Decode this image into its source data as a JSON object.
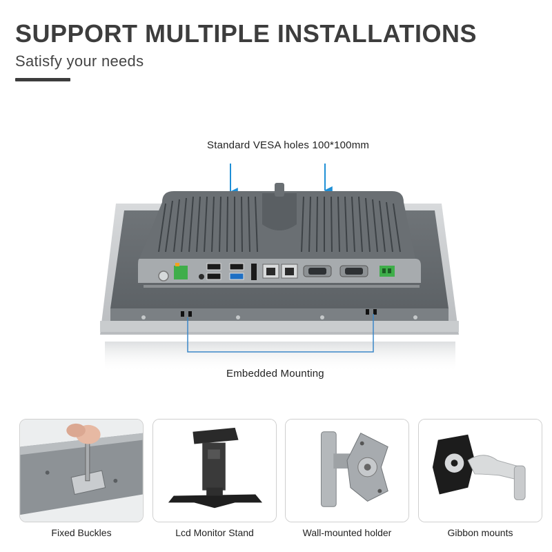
{
  "header": {
    "title": "SUPPORT MULTIPLE INSTALLATIONS",
    "subtitle": "Satisfy your needs"
  },
  "callouts": {
    "vesa": "Standard VESA holes 100*100mm",
    "embedded": "Embedded Mounting"
  },
  "mounts": [
    {
      "label": "Fixed Buckles",
      "icon": "fixed-buckle-image"
    },
    {
      "label": "Lcd Monitor Stand",
      "icon": "monitor-stand-image"
    },
    {
      "label": "Wall-mounted holder",
      "icon": "wall-mount-image"
    },
    {
      "label": "Gibbon mounts",
      "icon": "gibbon-mount-image"
    }
  ],
  "colors": {
    "heading": "#3d3d3d",
    "callout_arrow": "#1e8fd6",
    "embedded_line": "#3a87c8",
    "card_border": "#cfcfcf"
  }
}
